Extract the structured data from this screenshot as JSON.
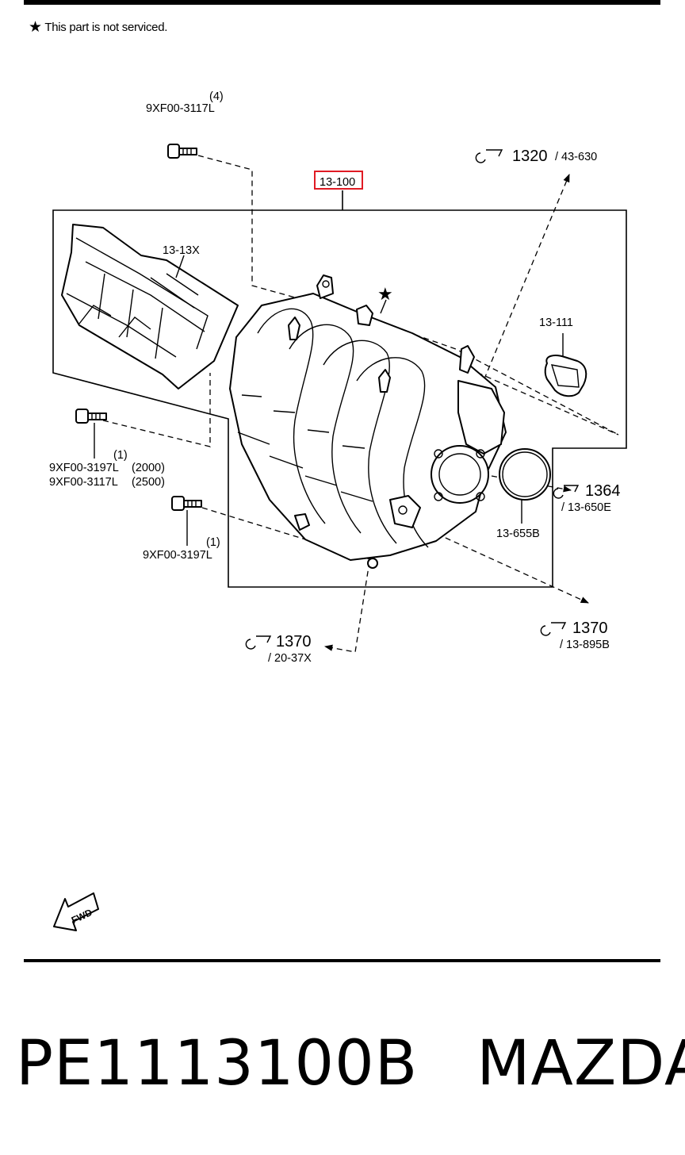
{
  "note": {
    "star": "★",
    "text": "This part is not serviced."
  },
  "labels": {
    "bolt_top_qty": "(4)",
    "bolt_top_part": "9XF00-3117L",
    "assembly": "13-100",
    "ref_top_num": "1320",
    "ref_top_sub": "/ 43-630",
    "cover": "13-13X",
    "star_marker": "★",
    "gasket_small": "13-111",
    "bolt_mid_qty": "(1)",
    "bolt_mid_part_a": "9XF00-3197L",
    "bolt_mid_note_a": "(2000)",
    "bolt_mid_part_b": "9XF00-3117L",
    "bolt_mid_note_b": "(2500)",
    "bolt_low_qty": "(1)",
    "bolt_low_part": "9XF00-3197L",
    "ref_right_num": "1364",
    "ref_right_sub": "/ 13-650E",
    "gasket_ring": "13-655B",
    "ref_bl_num": "1370",
    "ref_bl_sub": "/ 20-37X",
    "ref_br_num": "1370",
    "ref_br_sub": "/ 13-895B",
    "fwd": "FWD"
  },
  "highlight_color": "#e01b24",
  "footer": {
    "part_number": "PE1113100B",
    "brand": "MAZDA"
  }
}
